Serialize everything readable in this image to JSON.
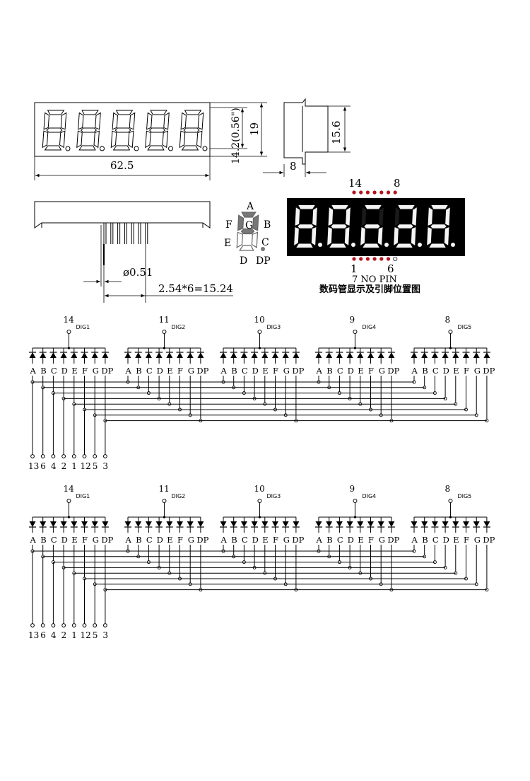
{
  "dimensions": {
    "width": "62.5",
    "height": "19",
    "digit_height": "14.2(0.56\")",
    "side_height": "15.6",
    "depth": "8",
    "pin_diameter": "ø0.51",
    "pin_span": "2.54*6=15.24"
  },
  "segment_labels": {
    "a": "A",
    "b": "B",
    "c": "C",
    "d": "D",
    "e": "E",
    "f": "F",
    "g": "G",
    "dp": "DP"
  },
  "pin_view": {
    "top_left": "14",
    "top_right": "8",
    "bottom_left": "1",
    "bottom_right": "6",
    "no_pin": "7 NO PIN",
    "caption": "数码管显示及引脚位置图",
    "dot_color": "#b5121b"
  },
  "circuit": {
    "segments": [
      "A",
      "B",
      "C",
      "D",
      "E",
      "F",
      "G",
      "DP"
    ],
    "digits": [
      {
        "pin": "14",
        "label": "DIG1"
      },
      {
        "pin": "11",
        "label": "DIG2"
      },
      {
        "pin": "10",
        "label": "DIG3"
      },
      {
        "pin": "9",
        "label": "DIG4"
      },
      {
        "pin": "8",
        "label": "DIG5"
      }
    ],
    "segment_pins": [
      "13",
      "6",
      "4",
      "2",
      "1",
      "12",
      "5",
      "3"
    ]
  }
}
